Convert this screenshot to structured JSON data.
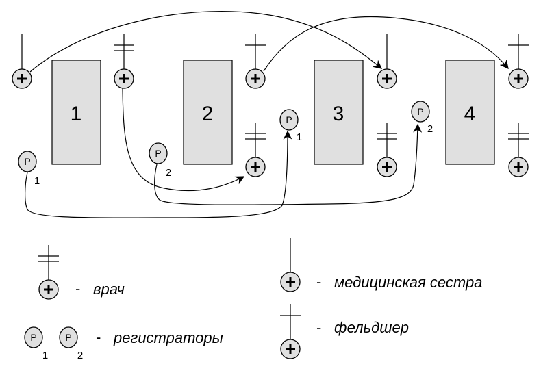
{
  "rooms": [
    {
      "label": "1"
    },
    {
      "label": "2"
    },
    {
      "label": "3"
    },
    {
      "label": "4"
    }
  ],
  "registrars": {
    "letter": "P",
    "subscripts": [
      "1",
      "2"
    ]
  },
  "legend": {
    "dash": "-",
    "doctor": "врач",
    "registrars": "регистраторы",
    "nurse": "медицинская сестра",
    "feldsher": "фельдшер"
  }
}
